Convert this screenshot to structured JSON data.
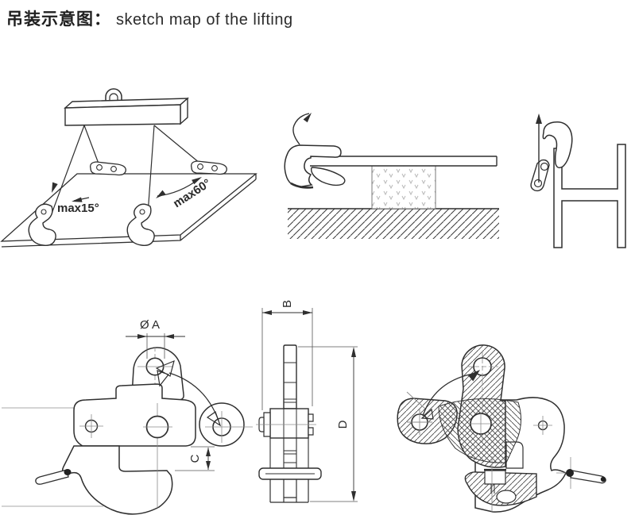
{
  "title": {
    "zh": "吊装示意图：",
    "en": "sketch map of the lifting"
  },
  "annotations": {
    "max_angle_left": "max15°",
    "max_angle_right": "max60°",
    "dim_hole_diameter": "Ø A",
    "dim_width": "B",
    "dim_jaw_opening": "C",
    "dim_height": "D"
  },
  "colors": {
    "line": "#2f2f2f",
    "thin_line": "#8a8a8a",
    "reference_line": "#a9a9a9",
    "background": "#ffffff",
    "text": "#1f1f1f"
  }
}
